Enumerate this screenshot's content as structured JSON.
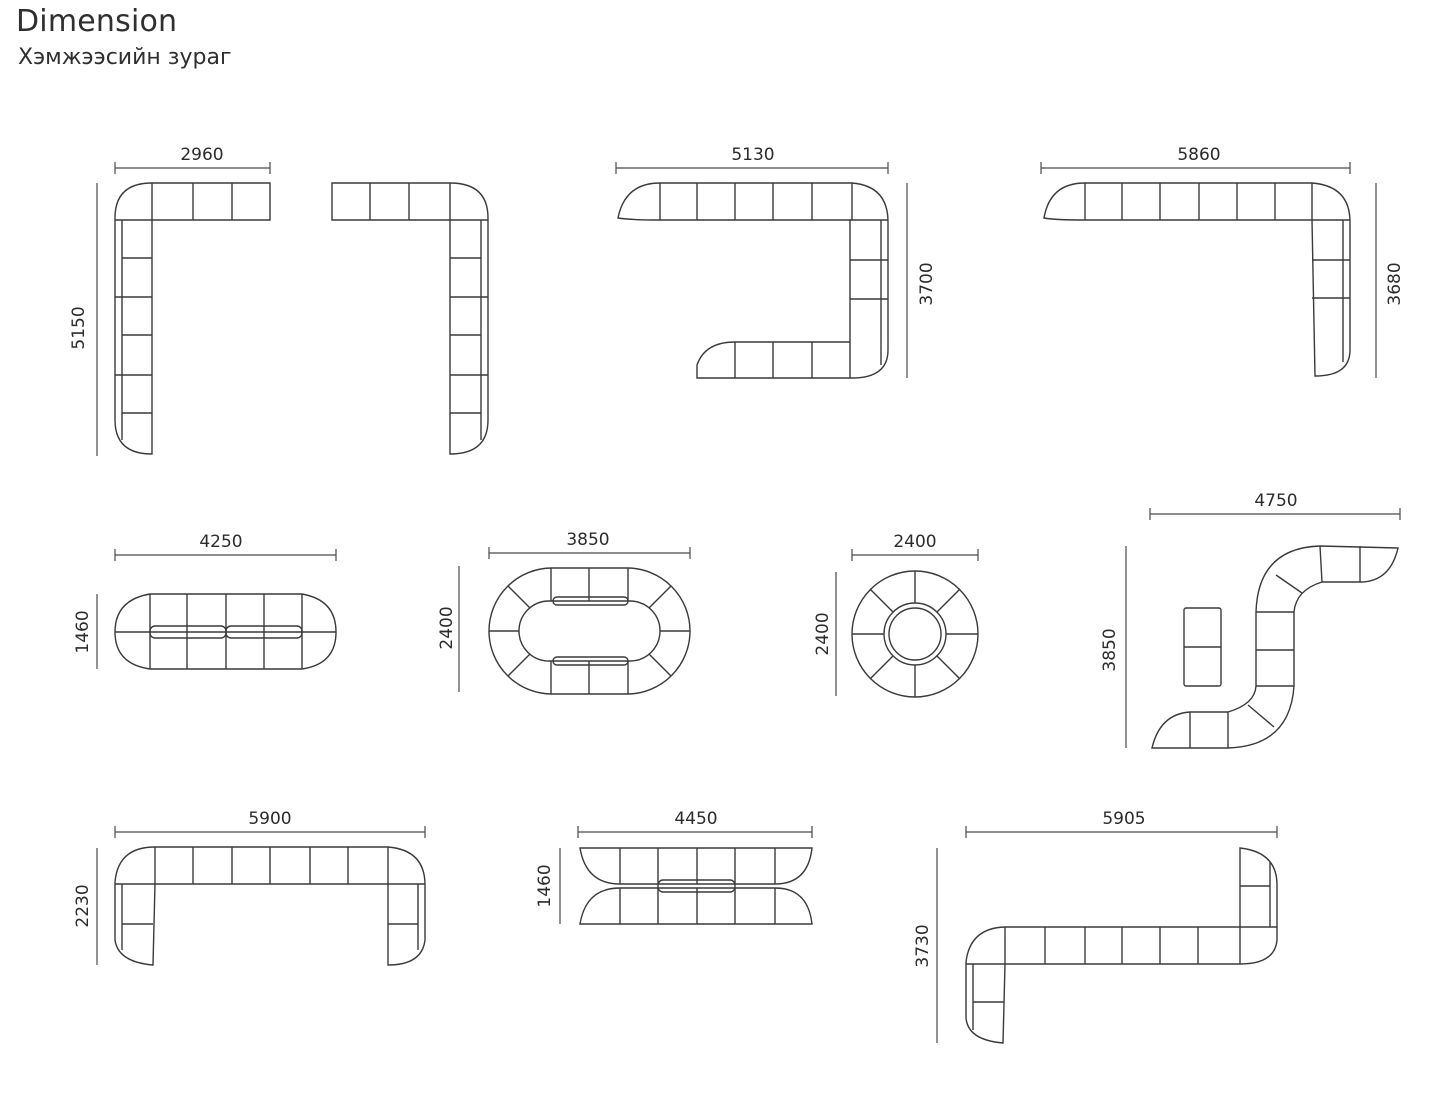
{
  "header": {
    "title": "Dimension",
    "subtitle": "Хэмжээсийн зураг"
  },
  "diagrams": [
    {
      "id": "l-left",
      "width_label": "2960",
      "depth_label": "5150"
    },
    {
      "id": "l-right",
      "width_label": "",
      "depth_label": ""
    },
    {
      "id": "u-shape",
      "width_label": "5130",
      "depth_label": "3700"
    },
    {
      "id": "l-corner",
      "width_label": "5860",
      "depth_label": "3680"
    },
    {
      "id": "straight-double",
      "width_label": "4250",
      "depth_label": "1460"
    },
    {
      "id": "oval",
      "width_label": "3850",
      "depth_label": "2400"
    },
    {
      "id": "round",
      "width_label": "2400",
      "depth_label": "2400"
    },
    {
      "id": "s-curve",
      "width_label": "4750",
      "depth_label": "3850"
    },
    {
      "id": "wide-u",
      "width_label": "5900",
      "depth_label": "2230"
    },
    {
      "id": "back-to-back",
      "width_label": "4450",
      "depth_label": "1460"
    },
    {
      "id": "z-shape",
      "width_label": "5905",
      "depth_label": "3730"
    }
  ],
  "colors": {
    "line": "#3a3a3a",
    "text": "#2b2b2b",
    "background": "#ffffff"
  }
}
